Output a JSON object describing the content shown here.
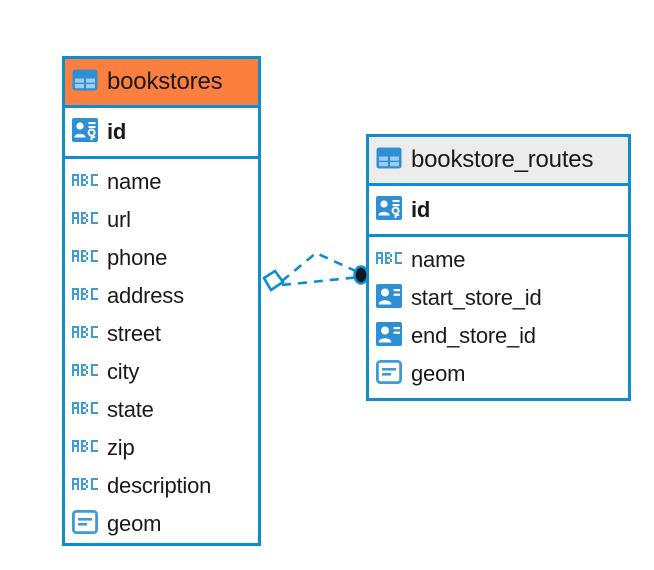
{
  "diagram": {
    "type": "entity-relationship-diagram",
    "background": "#ffffff",
    "accent_blue": "#0d8ecf",
    "header_orange": "#fb8040",
    "header_grey": "#ececec",
    "text_color": "#1a1a1a"
  },
  "entities": [
    {
      "name": "bookstores",
      "header_color": "#fb8040",
      "table_icon": "table-icon",
      "primary_keys": [
        {
          "label": "id",
          "icon": "primary-key-icon"
        }
      ],
      "fields": [
        {
          "label": "name",
          "icon": "abc-text-icon"
        },
        {
          "label": "url",
          "icon": "abc-text-icon"
        },
        {
          "label": "phone",
          "icon": "abc-text-icon"
        },
        {
          "label": "address",
          "icon": "abc-text-icon"
        },
        {
          "label": "street",
          "icon": "abc-text-icon"
        },
        {
          "label": "city",
          "icon": "abc-text-icon"
        },
        {
          "label": "state",
          "icon": "abc-text-icon"
        },
        {
          "label": "zip",
          "icon": "abc-text-icon"
        },
        {
          "label": "description",
          "icon": "abc-text-icon"
        },
        {
          "label": "geom",
          "icon": "geometry-icon"
        }
      ]
    },
    {
      "name": "bookstore_routes",
      "header_color": "#ececec",
      "table_icon": "table-icon",
      "primary_keys": [
        {
          "label": "id",
          "icon": "primary-key-icon"
        }
      ],
      "fields": [
        {
          "label": "name",
          "icon": "abc-text-icon"
        },
        {
          "label": "start_store_id",
          "icon": "foreign-key-icon"
        },
        {
          "label": "end_store_id",
          "icon": "foreign-key-icon"
        },
        {
          "label": "geom",
          "icon": "geometry-icon"
        }
      ]
    }
  ],
  "relationship": {
    "style": "dashed",
    "color": "#0d8ecf",
    "source_marker": "crows-foot-diamond",
    "target_marker": "filled-circle",
    "from": "bookstores",
    "to": "bookstore_routes"
  }
}
